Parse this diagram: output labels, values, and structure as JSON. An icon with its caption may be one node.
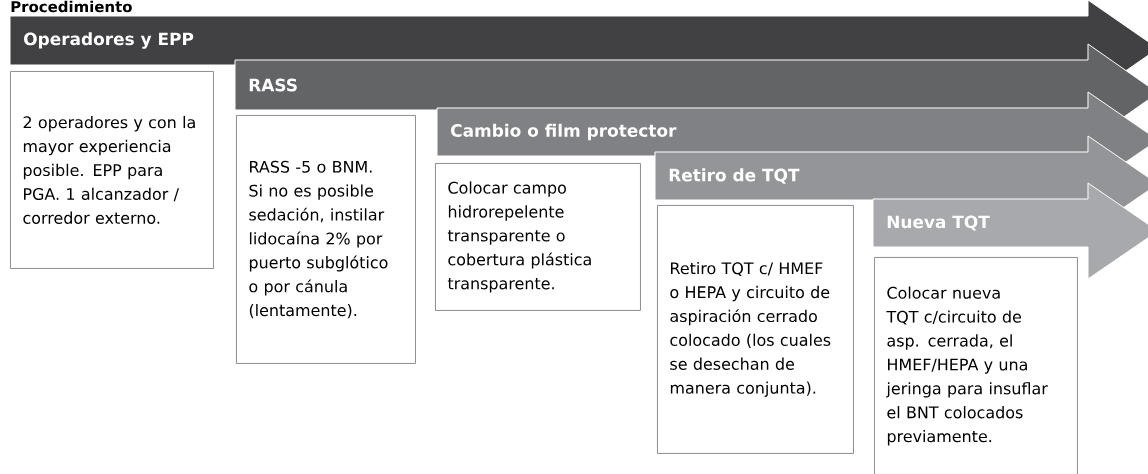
{
  "diagram": {
    "title": "Procedimiento",
    "nodes": [
      {
        "text": [
          "Operadores y EPP"
        ]
      },
      {
        "text": [
          "2 operadores y con la mayor experiencia posible. EPP para PGA. 1 alcanzador / corredor externo."
        ]
      },
      {
        "text": [
          "RASS"
        ]
      },
      {
        "text": [
          "RASS -5 o BNM. Si no es posible sedación, instilar lidocaína 2% por puerto subglótico o por cánula (lentamente)."
        ]
      },
      {
        "text": [
          "Cambio o film protector"
        ]
      },
      {
        "text": [
          "Colocar campo hidrorepelente transparente o cobertura plástica transparente."
        ]
      },
      {
        "text": [
          "Retiro de TQT"
        ]
      },
      {
        "text": [
          "Retiro TQT c/ HMEF o HEPA y circuito de aspiración cerrado colocado (los cuales se desechan de manera conjunta)."
        ]
      },
      {
        "text": [
          "Nueva TQT"
        ]
      },
      {
        "text": [
          "Colocar nueva TQT c/circuito de asp. cerrada, el HMEF/HEPA y una jeringa para insuflar el BNT colocados previamente."
        ]
      }
    ]
  }
}
